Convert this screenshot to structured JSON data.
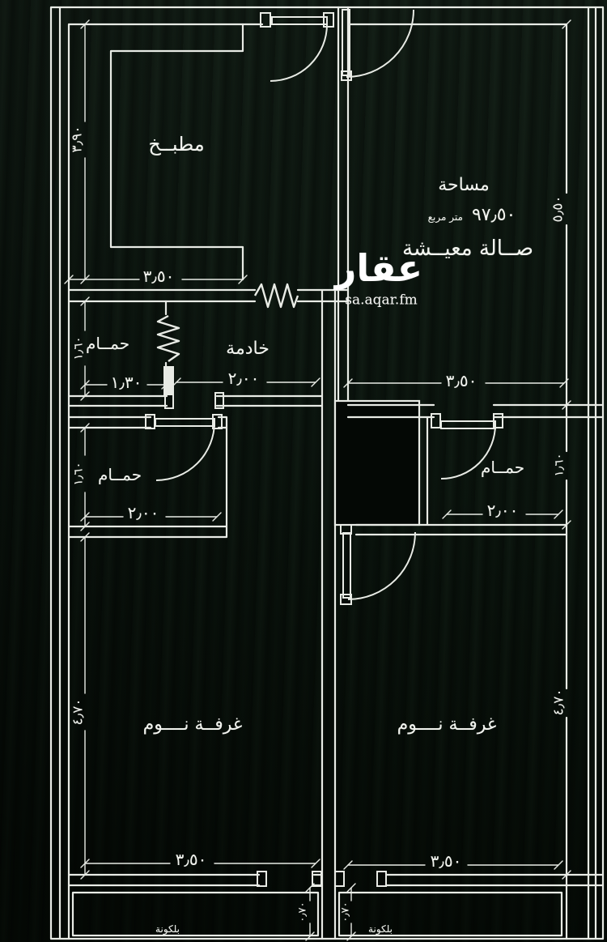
{
  "watermark": {
    "logo": "عقار",
    "site": "sa.aqar.fm"
  },
  "area": {
    "title": "مساحة",
    "value": "٩٧٫٥٠",
    "unit": "متر مربع"
  },
  "rooms": {
    "kitchen": "مطبــخ",
    "living": "صــالة معيــشة",
    "maid": "خادمة",
    "bath": "حمــام",
    "bedroom": "غرفــة نــــوم",
    "balcony": "بلكونة"
  },
  "dims": {
    "kitchen_h": "٣٫٩٠",
    "kitchen_w": "٣٫٥٠",
    "living_h": "٥٫٥٠",
    "living_w": "٣٫٥٠",
    "bath1_w": "١٫٣٠",
    "bath1_h": "١٫٦٠",
    "maid_w": "٢٫٠٠",
    "bath2_w": "٢٫٠٠",
    "bath2_h": "١٫٦٠",
    "bath3_w": "٢٫٠٠",
    "bath3_h": "١٫٦٠",
    "bed1_w": "٣٫٥٠",
    "bed1_h": "٤٫٧٠",
    "bed2_w": "٣٫٥٠",
    "bed2_h": "٤٫٧٠",
    "balcony1_d": "٠٫٧٠",
    "balcony2_d": "٠٫٧٠"
  },
  "colors": {
    "background": "#0a130d",
    "wall_line": "#e8ebe5",
    "text": "#f2f4ef"
  }
}
